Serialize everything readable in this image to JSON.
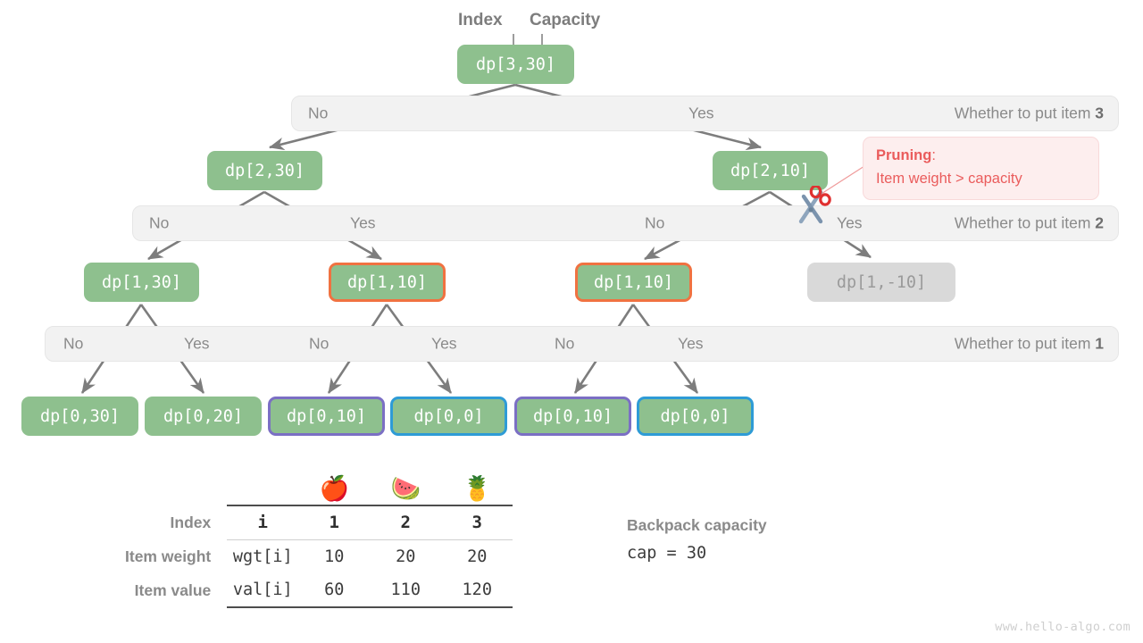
{
  "captions": {
    "index": "Index",
    "capacity": "Capacity"
  },
  "tree": {
    "root": {
      "label": "dp[3,30]"
    },
    "level2": [
      {
        "label": "dp[2,30]",
        "style": "plain"
      },
      {
        "label": "dp[2,10]",
        "style": "plain"
      }
    ],
    "level1": [
      {
        "label": "dp[1,30]",
        "style": "plain"
      },
      {
        "label": "dp[1,10]",
        "style": "orange"
      },
      {
        "label": "dp[1,10]",
        "style": "orange"
      },
      {
        "label": "dp[1,-10]",
        "style": "pruned"
      }
    ],
    "level0": [
      {
        "label": "dp[0,30]",
        "style": "plain"
      },
      {
        "label": "dp[0,20]",
        "style": "plain"
      },
      {
        "label": "dp[0,10]",
        "style": "purple"
      },
      {
        "label": "dp[0,0]",
        "style": "blue"
      },
      {
        "label": "dp[0,10]",
        "style": "purple"
      },
      {
        "label": "dp[0,0]",
        "style": "blue"
      }
    ]
  },
  "bars": [
    {
      "right_label_prefix": "Whether to put item ",
      "right_label_num": "3",
      "choices": [
        "No",
        "Yes"
      ]
    },
    {
      "right_label_prefix": "Whether to put item ",
      "right_label_num": "2",
      "choices": [
        "No",
        "Yes",
        "No",
        "Yes"
      ]
    },
    {
      "right_label_prefix": "Whether to put item ",
      "right_label_num": "1",
      "choices": [
        "No",
        "Yes",
        "No",
        "Yes",
        "No",
        "Yes"
      ]
    }
  ],
  "pruning": {
    "title": "Pruning",
    "title_suffix": ":",
    "detail": "Item weight > capacity",
    "icon": "scissors-icon"
  },
  "table": {
    "row_labels": [
      "Index",
      "Item weight",
      "Item value"
    ],
    "symbol_column": [
      "i",
      "wgt[i]",
      "val[i]"
    ],
    "item_icons": [
      "🍎",
      "🍉",
      "🍍"
    ],
    "item_icon_names": [
      "apple-icon",
      "watermelon-icon",
      "pineapple-icon"
    ],
    "index_values": [
      "1",
      "2",
      "3"
    ],
    "weight_values": [
      "10",
      "20",
      "20"
    ],
    "value_values": [
      "60",
      "110",
      "120"
    ]
  },
  "capacity_note": {
    "title": "Backpack capacity",
    "expression": "cap = 30"
  },
  "watermark": "www.hello-algo.com",
  "colors": {
    "node_green": "#8ec08e",
    "node_pruned_gray": "#d9d9d9",
    "border_orange": "#f07241",
    "border_purple": "#7b6fc4",
    "border_blue": "#2e9bd6",
    "bar_gray": "#f2f2f2",
    "pruning_red": "#ea5c5c",
    "arrow_gray": "#7d7d7d"
  }
}
